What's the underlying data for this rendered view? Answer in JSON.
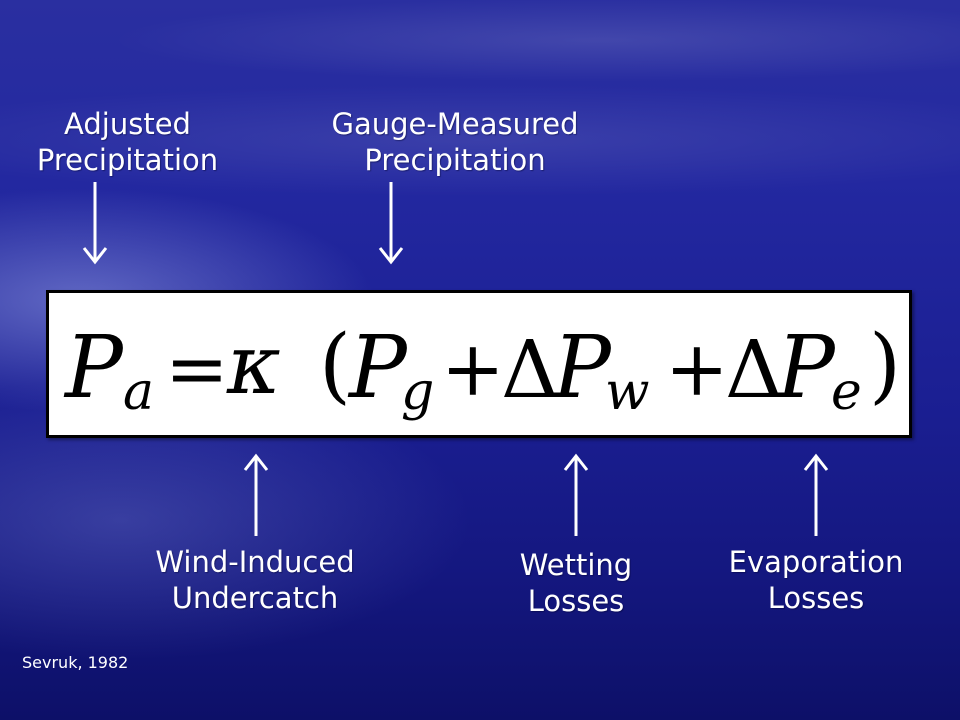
{
  "top_labels": {
    "adjusted": "Adjusted\nPrecipitation",
    "gauge": "Gauge-Measured\nPrecipitation"
  },
  "bottom_labels": {
    "wind": "Wind-Induced\nUndercatch",
    "wetting": "Wetting\nLosses",
    "evaporation": "Evaporation\nLosses"
  },
  "equation": {
    "lhs_symbol": "P",
    "lhs_sub": "a",
    "equals": "=",
    "kappa": "κ",
    "open_paren": "(",
    "term1_symbol": "P",
    "term1_sub": "g",
    "plus1": "+",
    "delta1": "Δ",
    "term2_symbol": "P",
    "term2_sub": "w",
    "plus2": "+",
    "delta2": "Δ",
    "term3_symbol": "P",
    "term3_sub": "e",
    "close_paren": ")"
  },
  "citation": "Sevruk, 1982",
  "colors": {
    "text": "#ffffff",
    "arrow": "#ffffff",
    "box_bg": "#ffffff",
    "box_border": "#000000"
  }
}
